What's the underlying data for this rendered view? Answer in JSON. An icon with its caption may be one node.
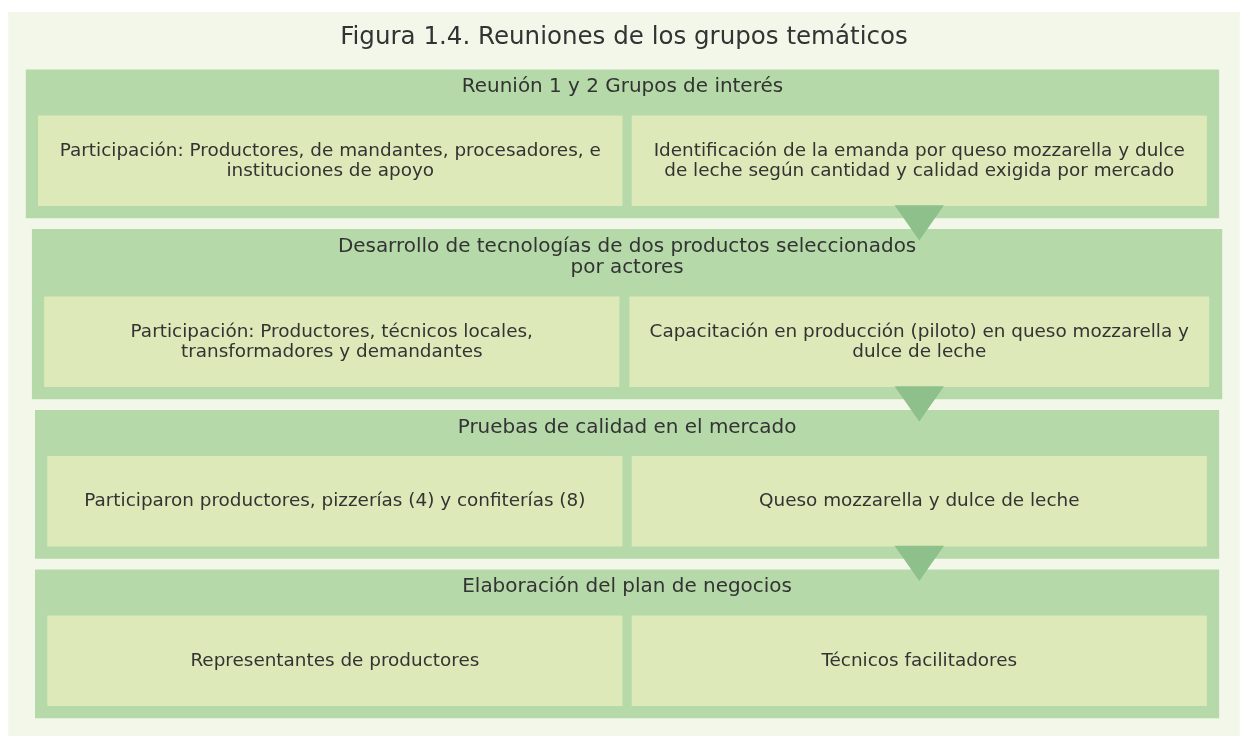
{
  "diagram": {
    "title": "Figura 1.4. Reuniones de los grupos temáticos",
    "nodes": [
      {
        "text": [
          "Reunión 1 y 2 Grupos de interés"
        ]
      },
      {
        "text": [
          "Identificación de la emanda por queso mozzarella y dulce de leche según cantidad y calidad exigida por mercado"
        ],
        "in": 0
      },
      {
        "text": [
          "Participación: Productores, de mandantes, procesadores, e instituciones de apoyo"
        ],
        "in": 0
      },
      {
        "text": [
          "Desarrollo de tecnologías de dos productos seleccionados por actores"
        ]
      },
      {
        "text": [
          "Capacitación en producción (piloto) en queso mozzarella y dulce de leche"
        ],
        "in": 3
      },
      {
        "text": [
          "Participación: Productores, técnicos locales, transformadores y demandantes"
        ],
        "in": 3
      },
      {
        "text": [
          "Pruebas de calidad en el mercado"
        ]
      },
      {
        "text": [
          "Queso mozzarella y dulce de leche"
        ],
        "in": 6
      },
      {
        "text": [
          "Participaron productores, pizzerías (4) y confiterías (8)"
        ],
        "in": 6
      },
      {
        "text": [
          "Elaboración del plan de negocios"
        ]
      },
      {
        "text": [
          "Técnicos facilitadores"
        ],
        "in": 9
      },
      {
        "text": [
          "Representantes de productores"
        ],
        "in": 9
      }
    ],
    "edges": [
      {
        "from": 0,
        "to": 3,
        "arrow": "to"
      },
      {
        "from": 3,
        "to": 6,
        "arrow": "to"
      },
      {
        "from": 6,
        "to": 9,
        "arrow": "to"
      }
    ]
  }
}
